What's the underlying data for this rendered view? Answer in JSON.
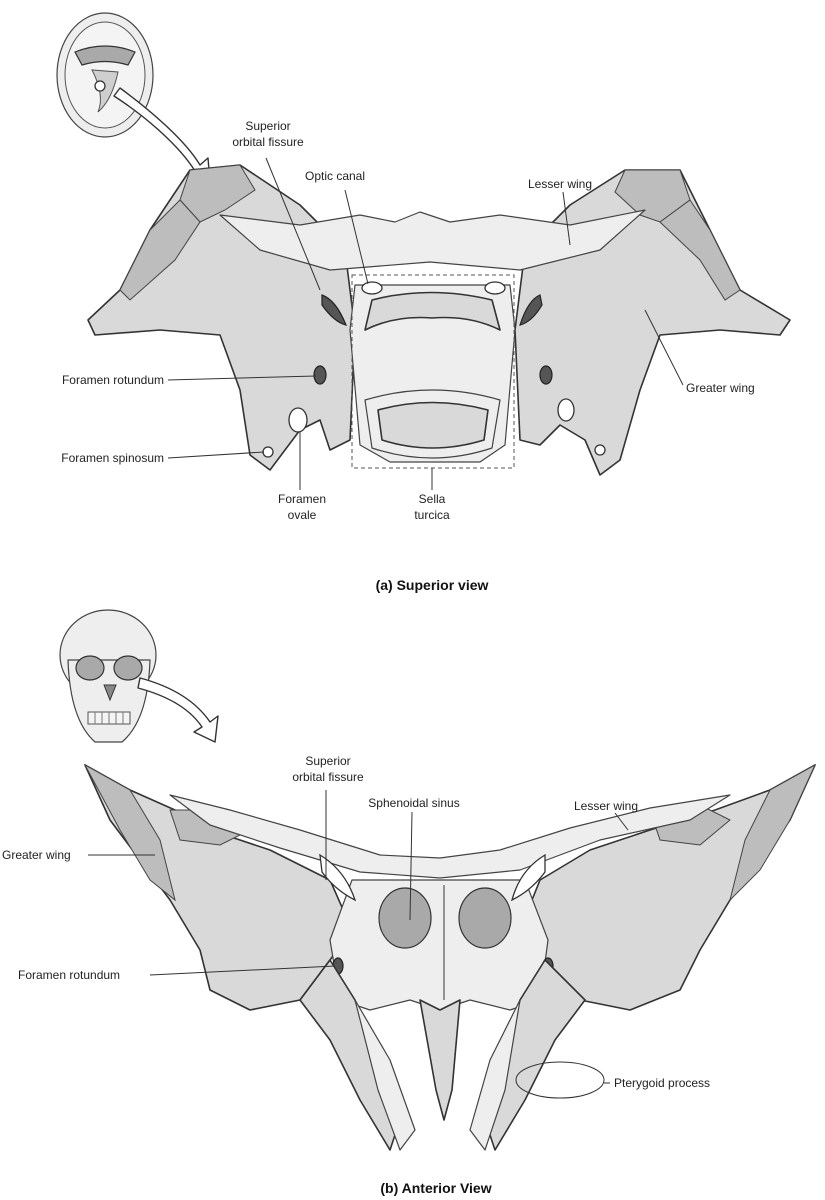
{
  "views": [
    {
      "caption": "(a) Superior view",
      "labels": {
        "superior_orbital_fissure": [
          "Superior",
          "orbital fissure"
        ],
        "optic_canal": "Optic canal",
        "lesser_wing": "Lesser wing",
        "foramen_rotundum": "Foramen rotundum",
        "greater_wing": "Greater wing",
        "foramen_spinosum": "Foramen spinosum",
        "foramen_ovale": [
          "Foramen",
          "ovale"
        ],
        "sella_turcica": [
          "Sella",
          "turcica"
        ]
      }
    },
    {
      "caption": "(b) Anterior View",
      "labels": {
        "superior_orbital_fissure": [
          "Superior",
          "orbital fissure"
        ],
        "sphenoidal_sinus": "Sphenoidal sinus",
        "lesser_wing": "Lesser wing",
        "greater_wing": "Greater wing",
        "foramen_rotundum": "Foramen rotundum",
        "pterygoid_process": "Pterygoid process"
      }
    }
  ]
}
